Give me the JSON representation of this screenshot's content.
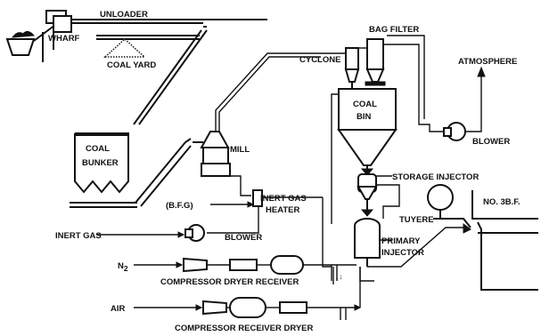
{
  "labels": {
    "unloader": "UNLOADER",
    "wharf": "WHARF",
    "coal_yard": "COAL YARD",
    "coal_bunker_1": "COAL",
    "coal_bunker_2": "BUNKER",
    "mill": "MILL",
    "bfg": "(B.F.G)",
    "inert_gas_heater_1": "INERT GAS",
    "inert_gas_heater_2": "HEATER",
    "inert_gas": "INERT GAS",
    "blower_inert": "BLOWER",
    "cyclone": "CYCLONE",
    "bag_filter": "BAG FILTER",
    "atmosphere": "ATMOSPHERE",
    "blower_exhaust": "BLOWER",
    "coal_bin_1": "COAL",
    "coal_bin_2": "BIN",
    "storage_injector": "STORAGE INJECTOR",
    "primary_injector_1": "PRIMARY",
    "primary_injector_2": "INJECTOR",
    "tuyere": "TUYERE",
    "blast_furnace": "NO. 3B.F.",
    "n2": "N",
    "n2_sub": "2",
    "air": "AIR",
    "n2_line": "COMPRESSOR DRYER RECEIVER",
    "air_line": "COMPRESSOR RECEIVER DRYER"
  }
}
